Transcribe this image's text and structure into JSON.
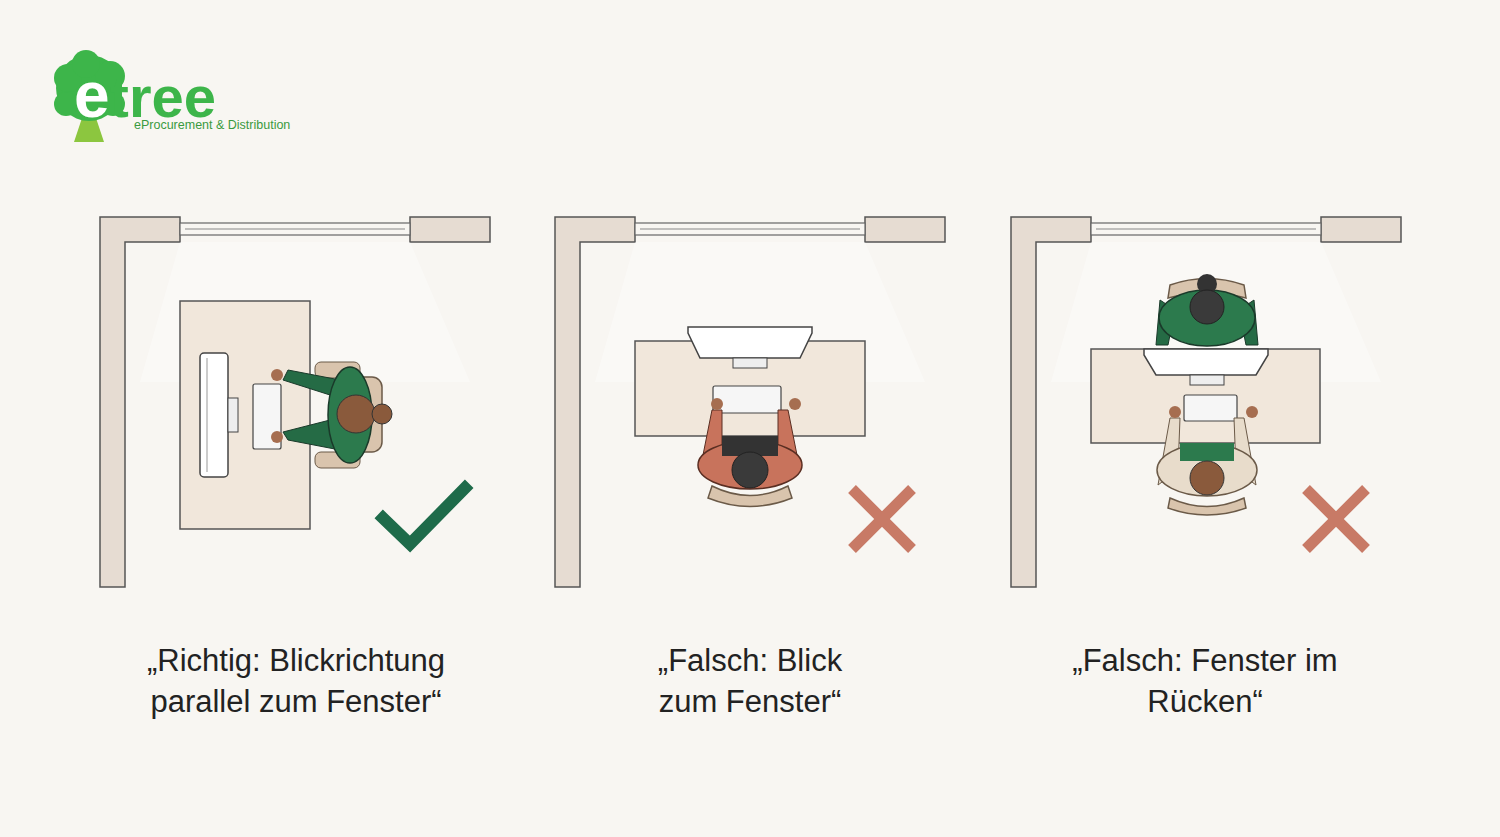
{
  "diagram": {
    "labels": [
      "etree",
      "eProcurement & Distribution",
      "„Richtig: Blickrichtung parallel zum Fenster“",
      "„Falsch: Blick zum Fenster“",
      "„Falsch: Fenster im Rücken“"
    ]
  }
}
